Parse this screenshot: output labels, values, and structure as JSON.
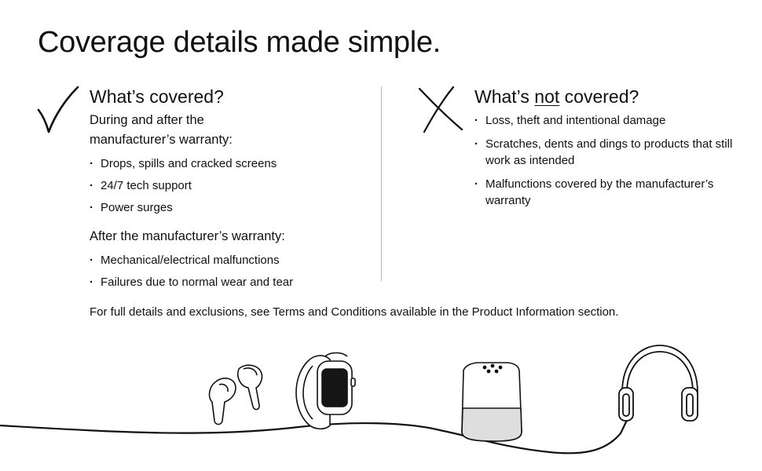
{
  "title": "Coverage details made simple.",
  "covered": {
    "heading": "What’s covered?",
    "during_label": "During and after the manufacturer’s warranty:",
    "during_items": [
      "Drops, spills and cracked screens",
      "24/7 tech support",
      "Power surges"
    ],
    "after_label": "After the manufacturer’s warranty:",
    "after_items": [
      "Mechanical/electrical malfunctions",
      "Failures due to normal wear and tear"
    ]
  },
  "not_covered": {
    "heading_prefix": "What’s ",
    "heading_emphasis": "not",
    "heading_suffix": " covered?",
    "items": [
      "Loss, theft and intentional damage",
      "Scratches, dents and dings to products that still work as intended",
      "Malfunctions covered by the manufacturer’s warranty"
    ]
  },
  "footnote": "For full details and exclusions, see Terms and Conditions available in the Product Information section.",
  "icons": {
    "covered_mark": "checkmark-icon",
    "not_covered_mark": "cross-icon",
    "products": [
      "earbuds-icon",
      "smartwatch-icon",
      "smart-speaker-icon",
      "headphones-icon"
    ]
  }
}
